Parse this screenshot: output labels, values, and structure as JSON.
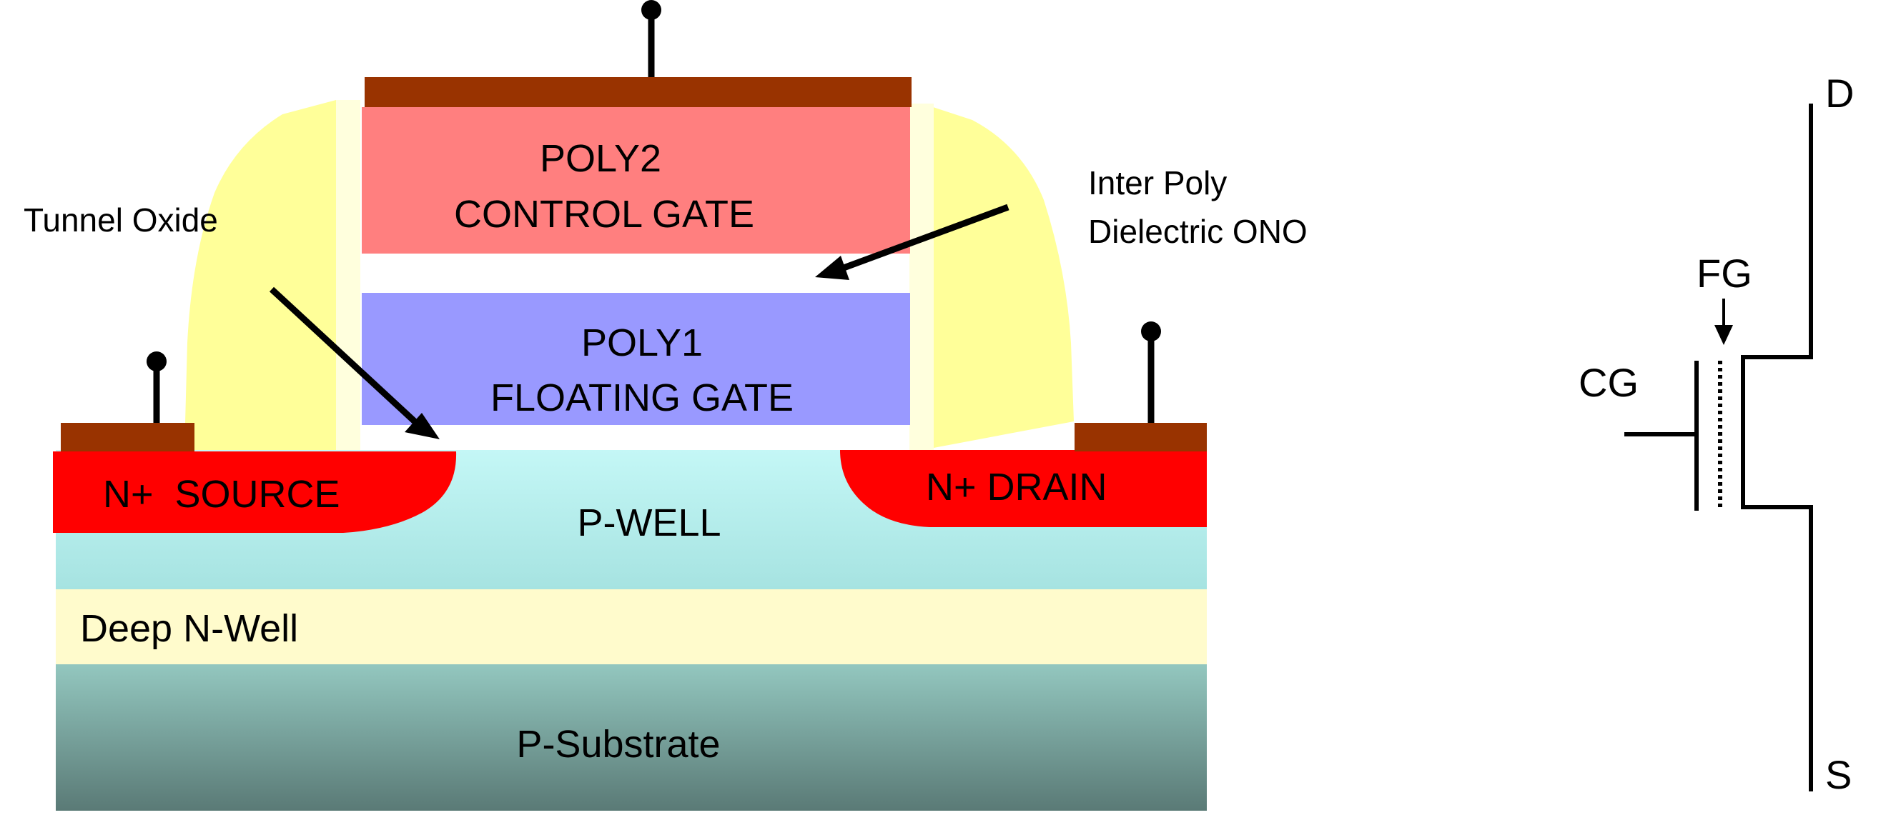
{
  "cross_section": {
    "control_gate": {
      "line1": "POLY2",
      "line2": "CONTROL GATE"
    },
    "floating_gate": {
      "line1": "POLY1",
      "line2": "FLOATING GATE"
    },
    "source": "N+  SOURCE",
    "drain": "N+ DRAIN",
    "p_well": "P-WELL",
    "deep_n_well": "Deep N-Well",
    "p_substrate": "P-Substrate",
    "tunnel_oxide": "Tunnel Oxide",
    "inter_poly": {
      "line1": "Inter Poly",
      "line2": "Dielectric ONO"
    }
  },
  "symbol": {
    "drain": "D",
    "source": "S",
    "floating_gate": "FG",
    "control_gate": "CG"
  },
  "colors": {
    "metal_contact": "#993300",
    "control_gate_fill": "#FF7F7F",
    "floating_gate_fill": "#9999FF",
    "spacer_fill": "#FFFF99",
    "diffusion_fill": "#FF0000",
    "p_well_fill": "#BFF5F5",
    "deep_n_well_fill": "#FFFFCC",
    "substrate_fill": "#6E9E98"
  }
}
